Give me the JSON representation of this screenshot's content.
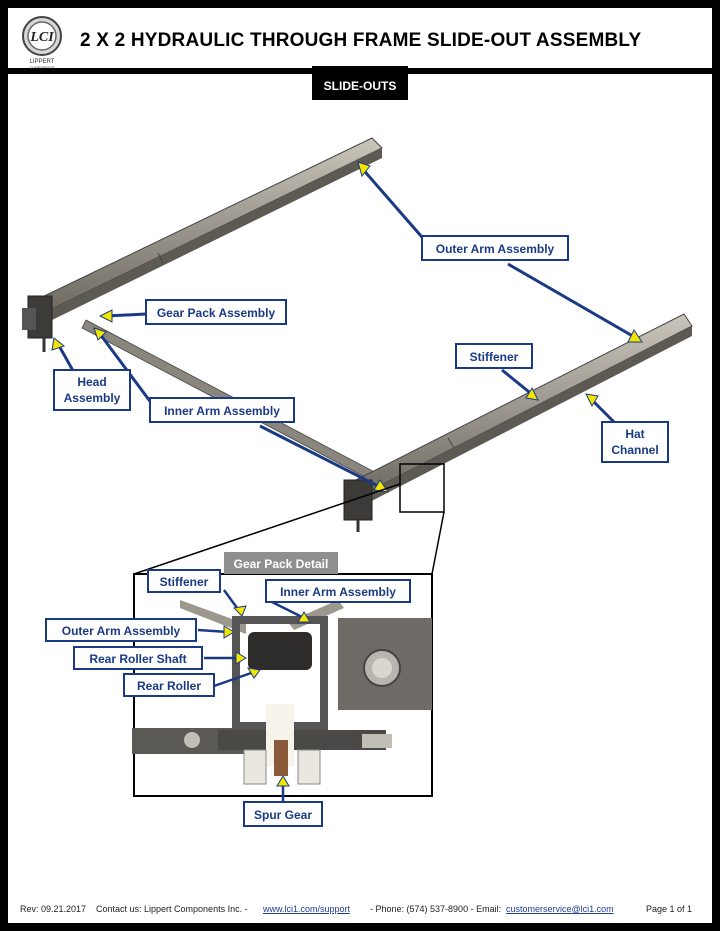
{
  "brand": {
    "logo_text": "LCI",
    "brand_name": "LIPPERT",
    "brand_sub": "COMPONENTS"
  },
  "title": "2 X 2 HYDRAULIC THROUGH FRAME SLIDE-OUT ASSEMBLY",
  "section_tab": "SLIDE-OUTS",
  "labels": {
    "outer_arm": "Outer Arm Assembly",
    "gear_pack": "Gear Pack Assembly",
    "head_line1": "Head",
    "head_line2": "Assembly",
    "inner_arm": "Inner Arm Assembly",
    "stiffener": "Stiffener",
    "hat_line1": "Hat",
    "hat_line2": "Channel"
  },
  "detail": {
    "title": "Gear Pack Detail",
    "stiffener": "Stiffener",
    "inner_arm": "Inner Arm Assembly",
    "outer_arm": "Outer Arm Assembly",
    "rear_roller_shaft": "Rear Roller Shaft",
    "rear_roller": "Rear Roller",
    "spur_gear": "Spur Gear"
  },
  "footer": {
    "rev": "Rev: 09.21.2017",
    "contact_prefix": "Contact us: Lippert Components Inc. -",
    "support_link": "www.lci1.com/support",
    "phone": "- Phone: (574) 537-8900 - Email:",
    "email": "customerservice@lci1.com",
    "page": "Page 1 of 1"
  },
  "colors": {
    "label_blue": "#1a3a85",
    "arrow_yellow": "#f2e600",
    "metal": "#9a968c"
  }
}
